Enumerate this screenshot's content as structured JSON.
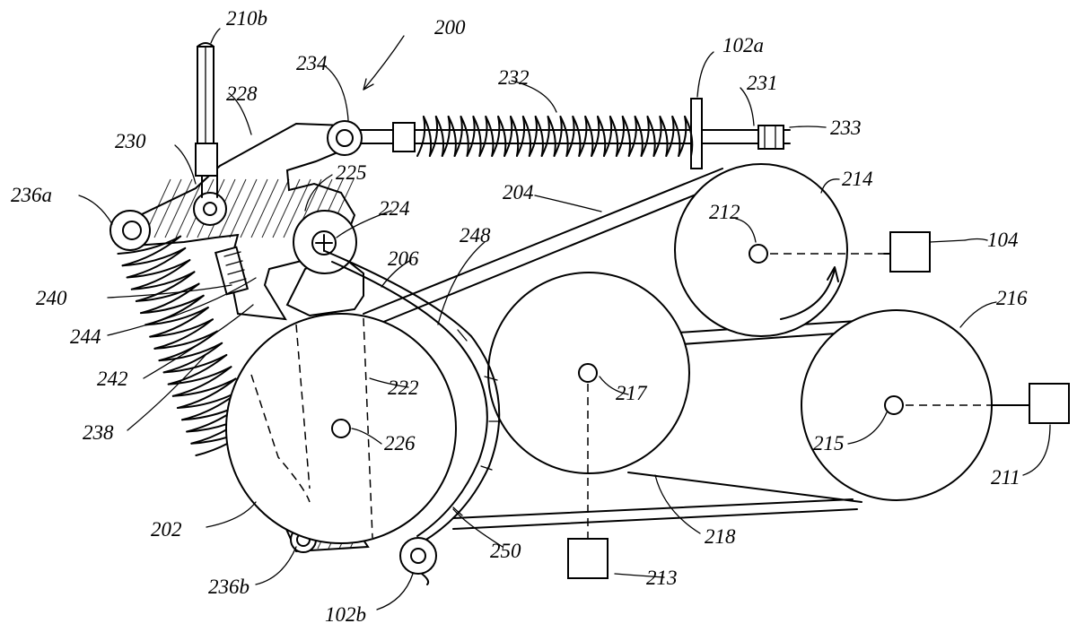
{
  "labels": {
    "l210b": "210b",
    "l200": "200",
    "l102a": "102a",
    "l234": "234",
    "l232": "232",
    "l231": "231",
    "l233": "233",
    "l228": "228",
    "l230": "230",
    "l225": "225",
    "l204": "204",
    "l214": "214",
    "l236a": "236a",
    "l224": "224",
    "l212": "212",
    "l104": "104",
    "l248": "248",
    "l206": "206",
    "l240": "240",
    "l216": "216",
    "l244": "244",
    "l222": "222",
    "l217": "217",
    "l242": "242",
    "l238": "238",
    "l226": "226",
    "l215": "215",
    "l211": "211",
    "l202": "202",
    "l218": "218",
    "l250": "250",
    "l213": "213",
    "l236b": "236b",
    "l102b": "102b"
  }
}
